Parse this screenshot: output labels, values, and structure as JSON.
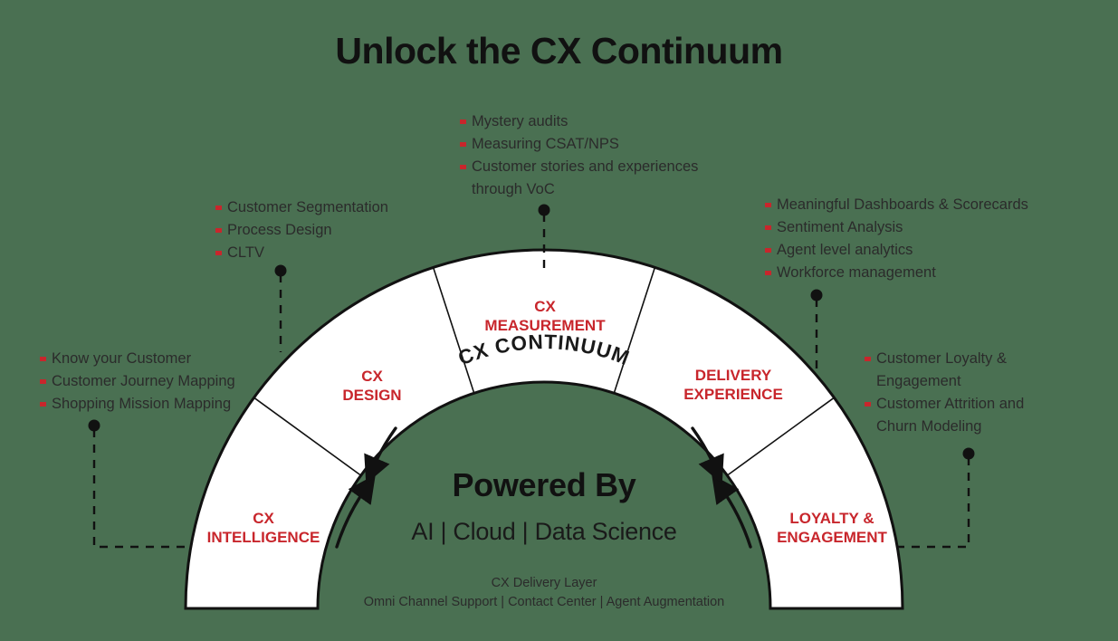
{
  "page": {
    "title": "Unlock the CX Continuum",
    "background_color": "#4a7052",
    "accent_color": "#c8262c",
    "text_color": "#2b2b2b"
  },
  "diagram": {
    "center_label": "CX CONTINUUM",
    "powered_by_heading": "Powered By",
    "powered_by_stack": "AI | Cloud | Data Science",
    "delivery_layer": "CX Delivery Layer\nOmni Channel Support | Contact Center | Agent Augmentation",
    "segments": [
      {
        "id": "cx-intelligence",
        "label": "CX\nINTELLIGENCE"
      },
      {
        "id": "cx-design",
        "label": "CX\nDESIGN"
      },
      {
        "id": "cx-measurement",
        "label": "CX\nMEASUREMENT"
      },
      {
        "id": "delivery-experience",
        "label": "DELIVERY\nEXPERIENCE"
      },
      {
        "id": "loyalty-engagement",
        "label": "LOYALTY &\nENGAGEMENT"
      }
    ]
  },
  "callouts": {
    "cx_intelligence": {
      "items": [
        "Know your Customer",
        "Customer Journey Mapping",
        "Shopping Mission Mapping"
      ]
    },
    "cx_design": {
      "items": [
        "Customer Segmentation",
        "Process Design",
        "CLTV"
      ]
    },
    "cx_measurement": {
      "items": [
        "Mystery audits",
        "Measuring CSAT/NPS",
        "Customer stories and experiences\nthrough VoC"
      ]
    },
    "delivery_experience": {
      "items": [
        "Meaningful Dashboards & Scorecards",
        "Sentiment Analysis",
        "Agent level analytics",
        "Workforce management"
      ]
    },
    "loyalty_engagement": {
      "items": [
        "Customer Loyalty &\nEngagement",
        "Customer Attrition and\nChurn Modeling"
      ]
    }
  }
}
